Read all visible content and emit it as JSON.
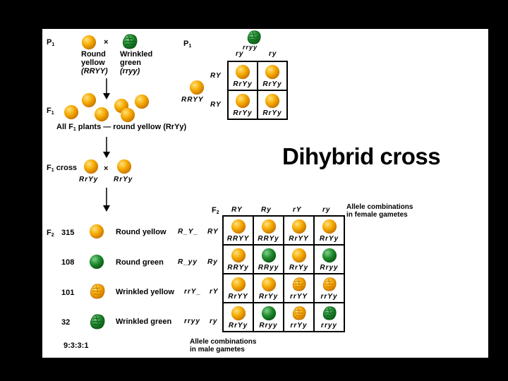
{
  "title": "Dihybrid cross",
  "p1": {
    "label": "P",
    "label_sub": "1",
    "times": "×",
    "round_yellow": [
      "Round",
      "yellow",
      "(RRYY)"
    ],
    "wrinkled_green": [
      "Wrinkled",
      "green",
      "(rryy)"
    ]
  },
  "f1": {
    "label": "F",
    "label_sub": "1",
    "caption_pre": "All F",
    "caption_sub": "1",
    "caption_post": " plants — round yellow (RrYy)"
  },
  "f1cross": {
    "label": "F",
    "label_sub": "1",
    "label_word": " cross",
    "times": "×",
    "left_genotype": "RrYy",
    "right_genotype": "RrYy"
  },
  "p1_square": {
    "label": "P",
    "label_sub": "1",
    "top_genotype": "rryy",
    "col_headers": [
      "ry",
      "ry"
    ],
    "left_genotype": "RRYY",
    "row_headers": [
      "RY",
      "RY"
    ],
    "cells": [
      [
        {
          "genotype": "RrYy",
          "pea": "round-yellow"
        },
        {
          "genotype": "RrYy",
          "pea": "round-yellow"
        }
      ],
      [
        {
          "genotype": "RrYy",
          "pea": "round-yellow"
        },
        {
          "genotype": "RrYy",
          "pea": "round-yellow"
        }
      ]
    ]
  },
  "f2": {
    "label": "F",
    "label_sub": "2",
    "rows": [
      {
        "count": "315",
        "pea": "round-yellow",
        "phenotype": "Round yellow",
        "genotype": "R_Y_",
        "gamete": "RY"
      },
      {
        "count": "108",
        "pea": "round-green",
        "phenotype": "Round green",
        "genotype": "R_yy",
        "gamete": "Ry"
      },
      {
        "count": "101",
        "pea": "wrinkled-yellow",
        "phenotype": "Wrinkled yellow",
        "genotype": "rrY_",
        "gamete": "rY"
      },
      {
        "count": "32",
        "pea": "wrinkled-green",
        "phenotype": "Wrinkled green",
        "genotype": "rryy",
        "gamete": "ry"
      }
    ],
    "ratio": "9:3:3:1"
  },
  "f2_square": {
    "label": "F",
    "label_sub": "2",
    "col_headers": [
      "RY",
      "Ry",
      "rY",
      "ry"
    ],
    "female_caption": [
      "Allele combinations",
      "in female gametes"
    ],
    "male_caption": [
      "Allele combinations",
      "in male gametes"
    ],
    "cells": [
      [
        {
          "genotype": "RRYY",
          "pea": "round-yellow"
        },
        {
          "genotype": "RRYy",
          "pea": "round-yellow"
        },
        {
          "genotype": "RrYY",
          "pea": "round-yellow"
        },
        {
          "genotype": "RrYy",
          "pea": "round-yellow"
        }
      ],
      [
        {
          "genotype": "RRYy",
          "pea": "round-yellow"
        },
        {
          "genotype": "RRyy",
          "pea": "round-green"
        },
        {
          "genotype": "RrYy",
          "pea": "round-yellow"
        },
        {
          "genotype": "Rryy",
          "pea": "round-green"
        }
      ],
      [
        {
          "genotype": "RrYY",
          "pea": "round-yellow"
        },
        {
          "genotype": "RrYy",
          "pea": "round-yellow"
        },
        {
          "genotype": "rrYY",
          "pea": "wrinkled-yellow"
        },
        {
          "genotype": "rrYy",
          "pea": "wrinkled-yellow"
        }
      ],
      [
        {
          "genotype": "RrYy",
          "pea": "round-yellow"
        },
        {
          "genotype": "Rryy",
          "pea": "round-green"
        },
        {
          "genotype": "rrYy",
          "pea": "wrinkled-yellow"
        },
        {
          "genotype": "rryy",
          "pea": "wrinkled-green"
        }
      ]
    ]
  },
  "colors": {
    "yellow": "#F5A800",
    "yellow_light": "#FFE27A",
    "green": "#1F8A2E",
    "green_dark": "#0B5A16"
  }
}
